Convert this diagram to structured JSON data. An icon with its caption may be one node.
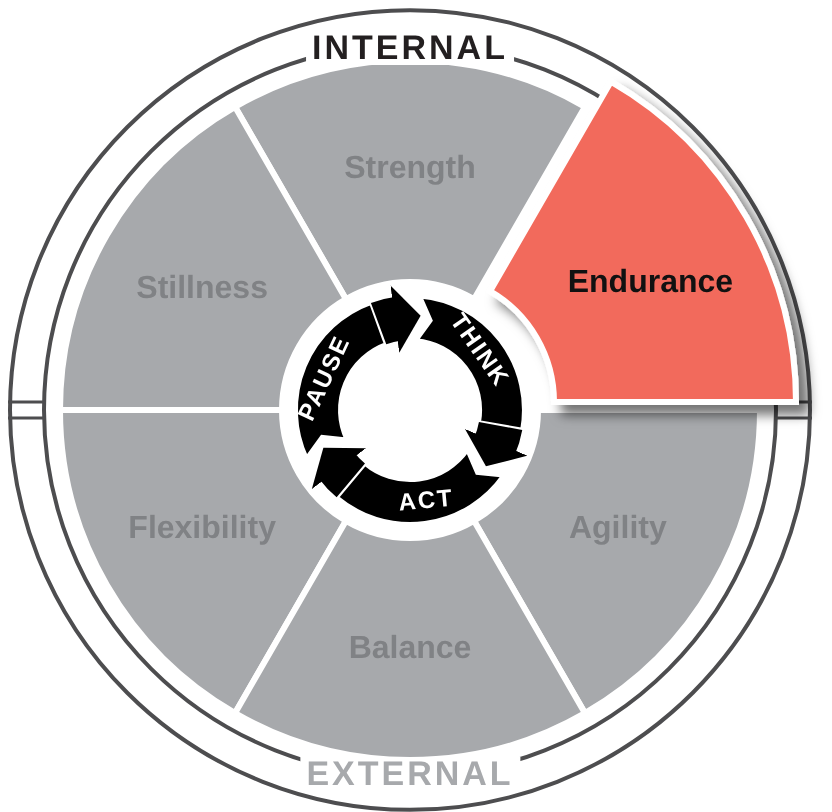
{
  "diagram": {
    "nodes": [
      {
        "text": [
          "Strength"
        ]
      },
      {
        "text": [
          "Endurance"
        ]
      },
      {
        "text": [
          "Stillness"
        ]
      },
      {
        "text": [
          "PAUSE"
        ]
      },
      {
        "text": [
          "THINK"
        ]
      },
      {
        "text": [
          "Agility"
        ]
      },
      {
        "text": [
          "Flexibility"
        ]
      },
      {
        "text": [
          "ACT"
        ]
      },
      {
        "text": [
          "Balance"
        ]
      }
    ],
    "edges": [
      {
        "from": 3,
        "to": 4,
        "arrow": "to"
      },
      {
        "from": 4,
        "to": 7,
        "arrow": "to"
      },
      {
        "from": 7,
        "to": 3,
        "arrow": "to"
      }
    ],
    "labels": [
      "INTERNAL",
      "EXTERNAL"
    ]
  }
}
